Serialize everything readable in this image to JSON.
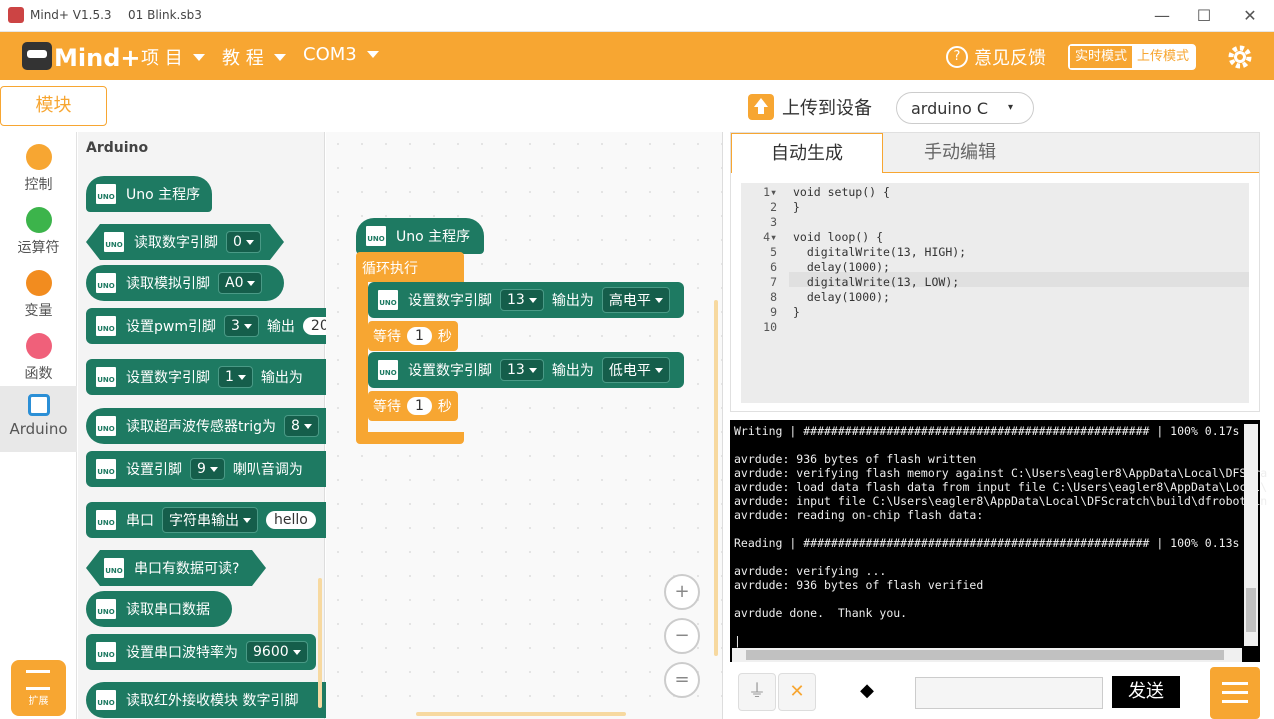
{
  "window": {
    "app_name": "Mind+ V1.5.3",
    "file_name": "01 Blink.sb3",
    "minimize": "—",
    "maximize": "☐",
    "close": "✕"
  },
  "nav": {
    "logo": "Mind+",
    "menus": [
      "项 目",
      "教 程",
      "COM3"
    ],
    "feedback": "意见反馈",
    "mode_realtime": "实时模式",
    "mode_upload": "上传模式"
  },
  "module_button": "模块",
  "upload": {
    "label": "上传到设备",
    "board": "arduino C"
  },
  "categories": [
    {
      "label": "控制",
      "color": "#f7a632"
    },
    {
      "label": "运算符",
      "color": "#3cb44b"
    },
    {
      "label": "变量",
      "color": "#f28c1f"
    },
    {
      "label": "函数",
      "color": "#f0607a"
    },
    {
      "label": "Arduino",
      "color": "#2b8fd6"
    }
  ],
  "extension": "扩展",
  "palette": {
    "title": "Arduino",
    "blocks": [
      {
        "text": "Uno 主程序"
      },
      {
        "text": "读取数字引脚",
        "dd": "0"
      },
      {
        "text": "读取模拟引脚",
        "dd": "A0"
      },
      {
        "text": "设置pwm引脚",
        "dd": "3",
        "suffix": "输出",
        "pill": "20"
      },
      {
        "text": "设置数字引脚",
        "dd": "1",
        "suffix": "输出为"
      },
      {
        "text": "读取超声波传感器trig为",
        "dd": "8"
      },
      {
        "text": "设置引脚",
        "dd": "9",
        "suffix": "喇叭音调为"
      },
      {
        "text": "串口",
        "dd": "字符串输出",
        "pill": "hello"
      },
      {
        "text": "串口有数据可读?"
      },
      {
        "text": "读取串口数据"
      },
      {
        "text": "设置串口波特率为",
        "dd": "9600"
      },
      {
        "text": "读取红外接收模块 数字引脚"
      }
    ]
  },
  "canvas": {
    "main": "Uno 主程序",
    "loop": "循环执行",
    "set1": {
      "text": "设置数字引脚",
      "pin": "13",
      "out": "输出为",
      "level": "高电平"
    },
    "wait1": {
      "text": "等待",
      "val": "1",
      "unit": "秒"
    },
    "set2": {
      "text": "设置数字引脚",
      "pin": "13",
      "out": "输出为",
      "level": "低电平"
    },
    "wait2": {
      "text": "等待",
      "val": "1",
      "unit": "秒"
    },
    "zoom_in": "+",
    "zoom_out": "−",
    "zoom_reset": "="
  },
  "tabs": [
    "自动生成",
    "手动编辑"
  ],
  "code_lines": [
    {
      "n": "1",
      "fold": "▾",
      "t": "void setup() {"
    },
    {
      "n": "2",
      "fold": "",
      "t": "}"
    },
    {
      "n": "3",
      "fold": "",
      "t": ""
    },
    {
      "n": "4",
      "fold": "▾",
      "t": "void loop() {"
    },
    {
      "n": "5",
      "fold": "",
      "t": "  digitalWrite(13, HIGH);"
    },
    {
      "n": "6",
      "fold": "",
      "t": "  delay(1000);"
    },
    {
      "n": "7",
      "fold": "",
      "t": "  digitalWrite(13, LOW);"
    },
    {
      "n": "8",
      "fold": "",
      "t": "  delay(1000);"
    },
    {
      "n": "9",
      "fold": "",
      "t": "}"
    },
    {
      "n": "10",
      "fold": "",
      "t": ""
    }
  ],
  "console_lines": [
    "Writing | ################################################## | 100% 0.17s",
    "",
    "avrdude: 936 bytes of flash written",
    "avrdude: verifying flash memory against C:\\Users\\eagler8\\AppData\\Local\\DFScra",
    "avrdude: load data flash data from input file C:\\Users\\eagler8\\AppData\\Local\\",
    "avrdude: input file C:\\Users\\eagler8\\AppData\\Local\\DFScratch\\build\\dfrobot.in",
    "avrdude: reading on-chip flash data:",
    "",
    "Reading | ################################################## | 100% 0.13s",
    "",
    "avrdude: verifying ...",
    "avrdude: 936 bytes of flash verified",
    "",
    "avrdude done.  Thank you.",
    "",
    "|"
  ],
  "send_button": "发送",
  "colors": {
    "accent": "#f7a632",
    "block_green": "#1e7a62"
  }
}
